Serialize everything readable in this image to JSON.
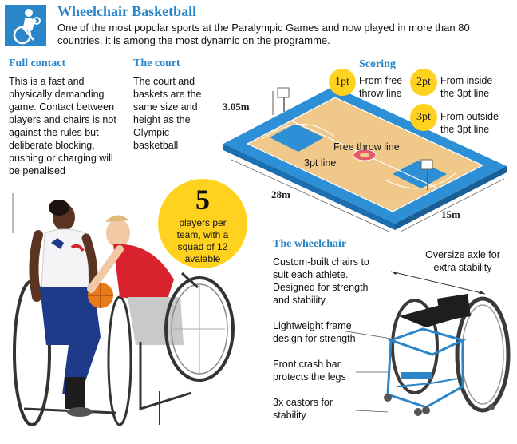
{
  "header": {
    "icon": "wheelchair-basketball-player-icon",
    "title": "Wheelchair Basketball",
    "intro": "One of the most popular sports at the Paralympic Games and now played in more than 80 countries, it is among the most dynamic on the programme."
  },
  "full_contact": {
    "heading": "Full contact",
    "text": "This is a fast and physically demanding game. Contact between players and chairs is not against the rules but deliberate blocking, pushing or charging will be penalised"
  },
  "court": {
    "heading": "The court",
    "text": "The court and baskets are the same size and height as the Olympic basketball",
    "height_label": "3.05m",
    "length_label": "28m",
    "width_label": "15m",
    "free_throw_label": "Free throw line",
    "three_pt_label": "3pt line"
  },
  "scoring": {
    "heading": "Scoring",
    "items": [
      {
        "badge": "1pt",
        "text": "From free throw line"
      },
      {
        "badge": "2pt",
        "text": "From inside the 3pt line"
      },
      {
        "badge": "3pt",
        "text": "From outside the 3pt line"
      }
    ]
  },
  "players": {
    "number": "5",
    "text": "players per team, with a squad of 12 avalable"
  },
  "wheelchair": {
    "heading": "The wheelchair",
    "text": "Custom-built chairs to suit each athlete. Designed for strength and stability",
    "callouts": {
      "axle": "Oversize axle for extra stability",
      "frame": "Lightweight frame design for strength",
      "crash_bar": "Front crash bar protects the legs",
      "castors": "3x castors for stability"
    }
  },
  "colors": {
    "accent_blue": "#2a86c8",
    "court_blue": "#2d8fd5",
    "court_floor": "#f0c88a",
    "badge_yellow": "#ffd21f"
  }
}
